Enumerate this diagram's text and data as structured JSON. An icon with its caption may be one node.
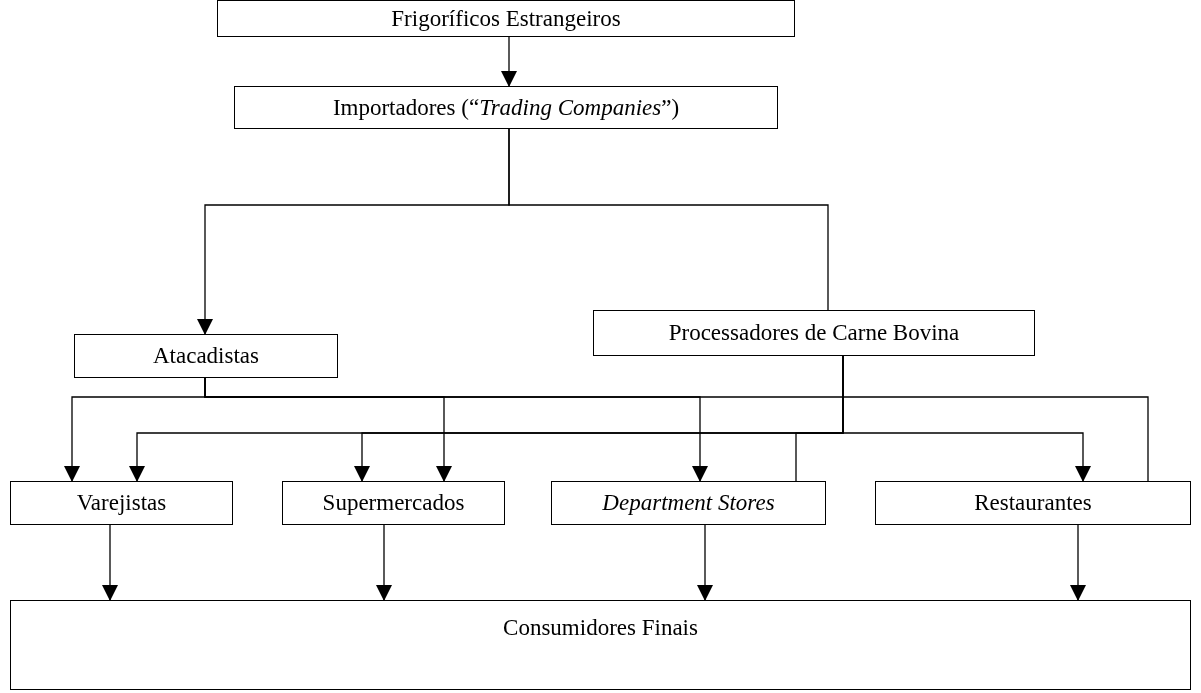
{
  "diagram": {
    "nodes": [
      {
        "text": [
          "Frigoríficos Estrangeiros"
        ]
      },
      {
        "text": [
          "Importadores (“*Trading Companies*”)"
        ]
      },
      {
        "text": [
          "Atacadistas"
        ]
      },
      {
        "text": [
          "Processadores de Carne Bovina"
        ]
      },
      {
        "text": [
          "Varejistas"
        ]
      },
      {
        "text": [
          "Supermercados"
        ]
      },
      {
        "text": [
          "Department Stores"
        ]
      },
      {
        "text": [
          "Restaurantes"
        ]
      },
      {
        "text": [
          "Consumidores Finais"
        ]
      }
    ],
    "edges": [
      {
        "from": 0,
        "to": 1,
        "arrow": "to"
      },
      {
        "from": 1,
        "to": 2,
        "arrow": "to"
      },
      {
        "from": 1,
        "to": 3,
        "arrow": "none"
      },
      {
        "from": 2,
        "to": 4,
        "arrow": "to"
      },
      {
        "from": 2,
        "to": 5,
        "arrow": "to"
      },
      {
        "from": 2,
        "to": 6,
        "arrow": "to"
      },
      {
        "from": 2,
        "to": 7,
        "arrow": "none"
      },
      {
        "from": 3,
        "to": 4,
        "arrow": "to"
      },
      {
        "from": 3,
        "to": 5,
        "arrow": "to"
      },
      {
        "from": 3,
        "to": 6,
        "arrow": "none"
      },
      {
        "from": 3,
        "to": 7,
        "arrow": "to"
      },
      {
        "from": 4,
        "to": 8,
        "arrow": "to"
      },
      {
        "from": 5,
        "to": 8,
        "arrow": "to"
      },
      {
        "from": 6,
        "to": 8,
        "arrow": "to"
      },
      {
        "from": 7,
        "to": 8,
        "arrow": "to"
      }
    ]
  }
}
